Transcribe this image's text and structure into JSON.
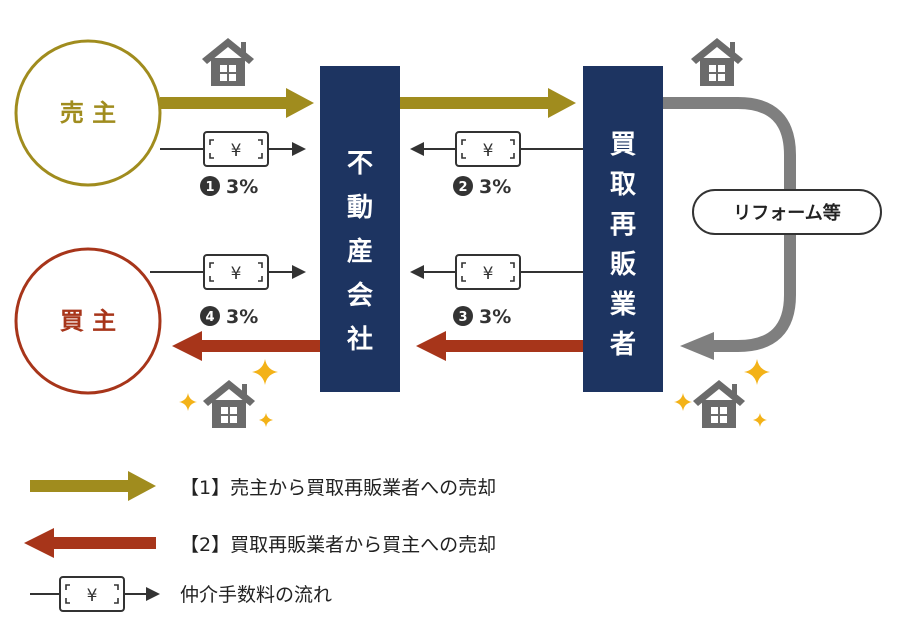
{
  "colors": {
    "gold": "#a08c1e",
    "red": "#a7351a",
    "navy": "#1d3461",
    "gray": "#7f7f7f",
    "house": "#6b6b6b",
    "sparkle": "#f3b218",
    "text": "#222222"
  },
  "seller": {
    "label": "売 主"
  },
  "buyer": {
    "label": "買 主"
  },
  "agency": {
    "label_chars": [
      "不",
      "動",
      "産",
      "会",
      "社"
    ]
  },
  "reseller": {
    "label_chars": [
      "買",
      "取",
      "再",
      "販",
      "業",
      "者"
    ]
  },
  "reform": {
    "label": "リフォーム等"
  },
  "yen_symbol": "¥",
  "fees": [
    {
      "num": "1",
      "rate": "3%"
    },
    {
      "num": "2",
      "rate": "3%"
    },
    {
      "num": "3",
      "rate": "3%"
    },
    {
      "num": "4",
      "rate": "3%"
    }
  ],
  "legend": [
    {
      "text": "【1】売主から買取再販業者への売却"
    },
    {
      "text": "【2】買取再販業者から買主への売却"
    },
    {
      "text": "仲介手数料の流れ"
    }
  ],
  "icons": [
    "house-icon",
    "sparkle-icon",
    "yen-bill-icon"
  ]
}
